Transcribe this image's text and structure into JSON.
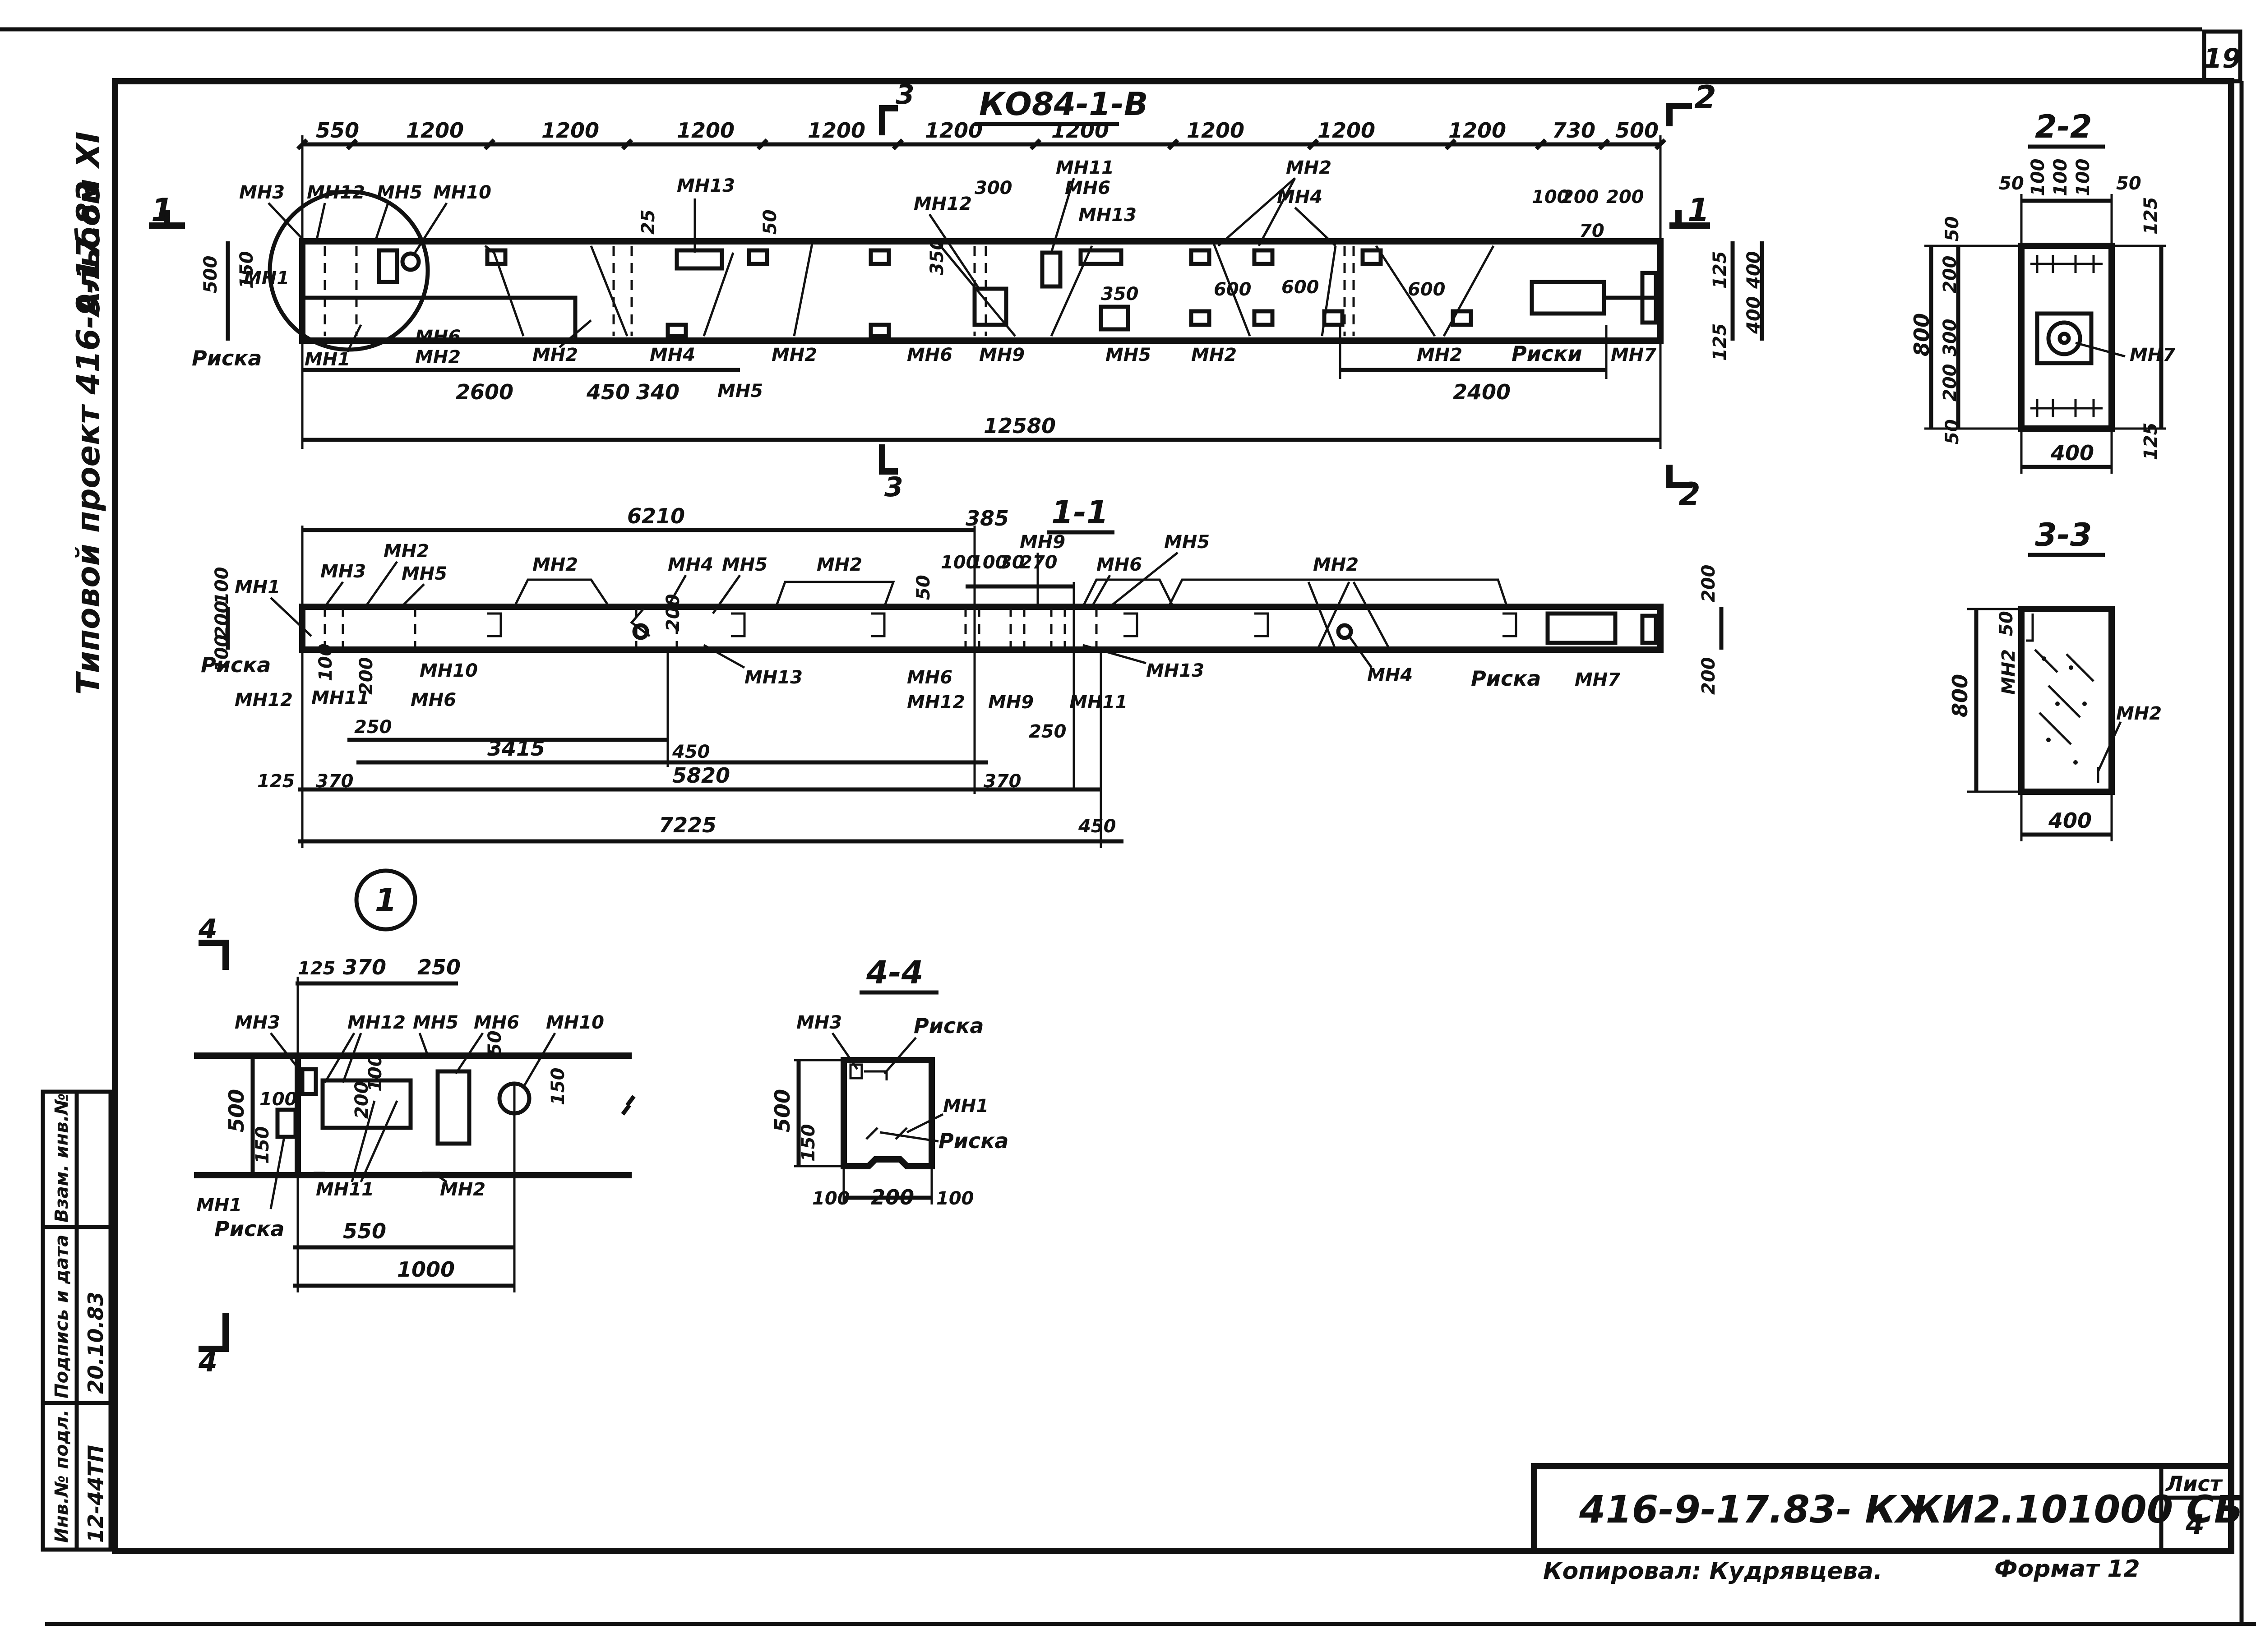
{
  "sheet": {
    "page_number": "19",
    "album": "Альбом XI",
    "project": "Типовой проект 416-9-17.83",
    "designation": "416-9-17.83- КЖИ2.101000 СБ",
    "list_label": "Лист",
    "list_number": "4",
    "copied_by": "Копировал: Кудрявцева.",
    "format": "Формат 12",
    "side_stamp": {
      "inv_podl": "Инв.№ подл.",
      "podp_data": "Подпись и дата",
      "vzam_inv": "Взам. инв.№",
      "inv_value": "12-44ТП",
      "date_value": "20.10.83"
    }
  },
  "plan": {
    "title": "КО84-1-В",
    "section_marks": [
      "1",
      "1",
      "2",
      "2",
      "3",
      "3"
    ],
    "top_dims": [
      "550",
      "1200",
      "1200",
      "1200",
      "1200",
      "1200",
      "1200",
      "1200",
      "1200",
      "1200",
      "730",
      "500"
    ],
    "bottom_dims": [
      "2600",
      "450",
      "340",
      "2400"
    ],
    "total": "12580",
    "left_dims": [
      "500",
      "150"
    ],
    "right_dims": [
      "125",
      "400",
      "400",
      "125"
    ],
    "inner_dims": [
      "25",
      "50",
      "300",
      "350",
      "350",
      "600",
      "600",
      "600",
      "100",
      "200",
      "200",
      "70"
    ],
    "labels": [
      "МН3",
      "МН12",
      "МН5",
      "МН10",
      "МН13",
      "МН11",
      "МН6",
      "МН13",
      "МН2",
      "МН4",
      "МН12",
      "МН1",
      "Риска",
      "МН1",
      "МН6",
      "МН2",
      "МН2",
      "МН4",
      "МН5",
      "МН2",
      "МН6",
      "МН9",
      "МН5",
      "МН2",
      "МН2",
      "Риски",
      "МН7"
    ]
  },
  "section_1_1": {
    "title": "1-1",
    "top_dims": [
      "6210",
      "385",
      "100",
      "100",
      "30",
      "270"
    ],
    "dims_row1": [
      "250",
      "3415",
      "450",
      "250"
    ],
    "dims_row2": [
      "125",
      "370",
      "5820",
      "370"
    ],
    "dims_row3": [
      "7225",
      "450"
    ],
    "left_dims": [
      "100",
      "200",
      "100",
      "100",
      "200"
    ],
    "right_dims": [
      "200",
      "200"
    ],
    "inner_dims": [
      "200",
      "50"
    ],
    "labels": [
      "МН1",
      "МН3",
      "МН2",
      "МН5",
      "МН2",
      "МН4",
      "МН5",
      "МН2",
      "МН9",
      "МН6",
      "МН5",
      "МН2",
      "Риска",
      "МН12",
      "МН11",
      "МН10",
      "МН6",
      "МН13",
      "МН6",
      "МН12",
      "МН9",
      "МН11",
      "МН13",
      "МН4",
      "Риска",
      "МН7"
    ]
  },
  "section_2_2": {
    "title": "2-2",
    "top_dims": [
      "50",
      "100",
      "100",
      "100",
      "50"
    ],
    "left_dims": [
      "50",
      "200",
      "300",
      "200",
      "50"
    ],
    "overall_left": "800",
    "right_dims": [
      "125",
      "125"
    ],
    "width": "400",
    "label": "МН7"
  },
  "section_3_3": {
    "title": "3-3",
    "dim_top": "50",
    "height": "800",
    "width": "400",
    "labels": [
      "МН2",
      "МН2"
    ]
  },
  "detail_1": {
    "title": "1",
    "section_marks": [
      "4",
      "4"
    ],
    "top_dims": [
      "125",
      "370",
      "250"
    ],
    "dims_bottom": [
      "550",
      "1000"
    ],
    "left_dims": [
      "500",
      "150",
      "100"
    ],
    "inner_dims": [
      "200",
      "100",
      "50",
      "150"
    ],
    "labels": [
      "МН3",
      "МН12",
      "МН5",
      "МН6",
      "МН10",
      "МН1",
      "Риска",
      "МН11",
      "МН2"
    ]
  },
  "section_4_4": {
    "title": "4-4",
    "left_dims": [
      "500",
      "150"
    ],
    "bottom_dims": [
      "100",
      "200",
      "100"
    ],
    "labels": [
      "МН3",
      "Риска",
      "МН1",
      "Риска"
    ]
  }
}
